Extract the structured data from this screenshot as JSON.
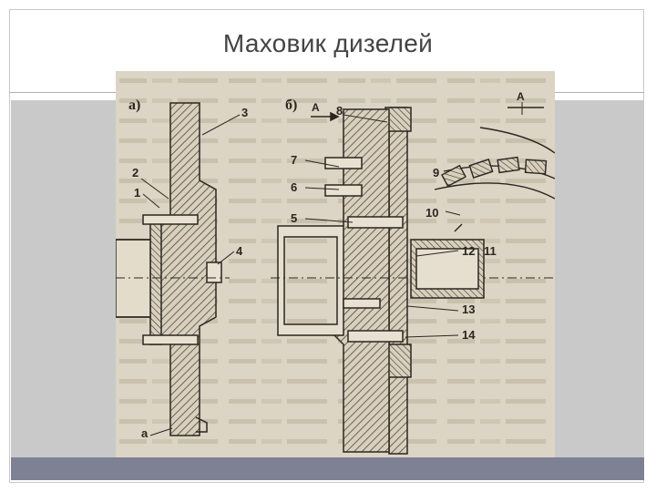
{
  "slide": {
    "title": "Маховик дизелей"
  },
  "figure": {
    "panel_a_label": "а)",
    "panel_b_label": "б)",
    "arrow_label_a": "А",
    "view_label_a": "А",
    "callouts": {
      "c1": "1",
      "c2": "2",
      "c3": "3",
      "c4": "4",
      "c5": "5",
      "c6": "6",
      "c7": "7",
      "c8": "8",
      "c9": "9",
      "c10": "10",
      "c11": "11",
      "c12": "12",
      "c13": "13",
      "c14": "14",
      "ca": "а"
    }
  },
  "colors": {
    "paper": "#dcd4c4",
    "ink": "#2a2620",
    "bottom_bar": "#7d8193",
    "side_gray": "#c9c9c9"
  }
}
